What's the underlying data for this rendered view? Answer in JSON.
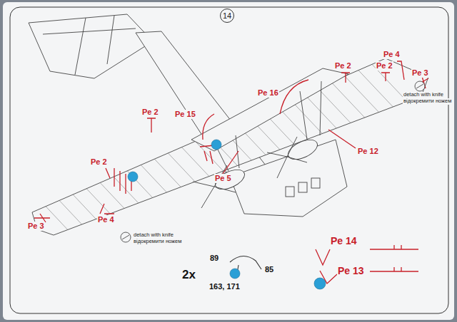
{
  "diagram": {
    "nodes": [
      {
        "text": [
          "14"
        ]
      }
    ],
    "labels": [
      "Pe 4",
      "Pe 2",
      "Pe 2",
      "Pe 3",
      "Pe 16",
      "Pe 15",
      "Pe 2",
      "detach with knife",
      "відокремити ножем",
      "Pe 12",
      "Pe 2",
      "Pe 5",
      "Pe 4",
      "Pe 3",
      "detach with knife",
      "відокремити ножем",
      "Pe 14",
      "89",
      "85",
      "2x",
      "Pe 13",
      "163, 171"
    ]
  }
}
